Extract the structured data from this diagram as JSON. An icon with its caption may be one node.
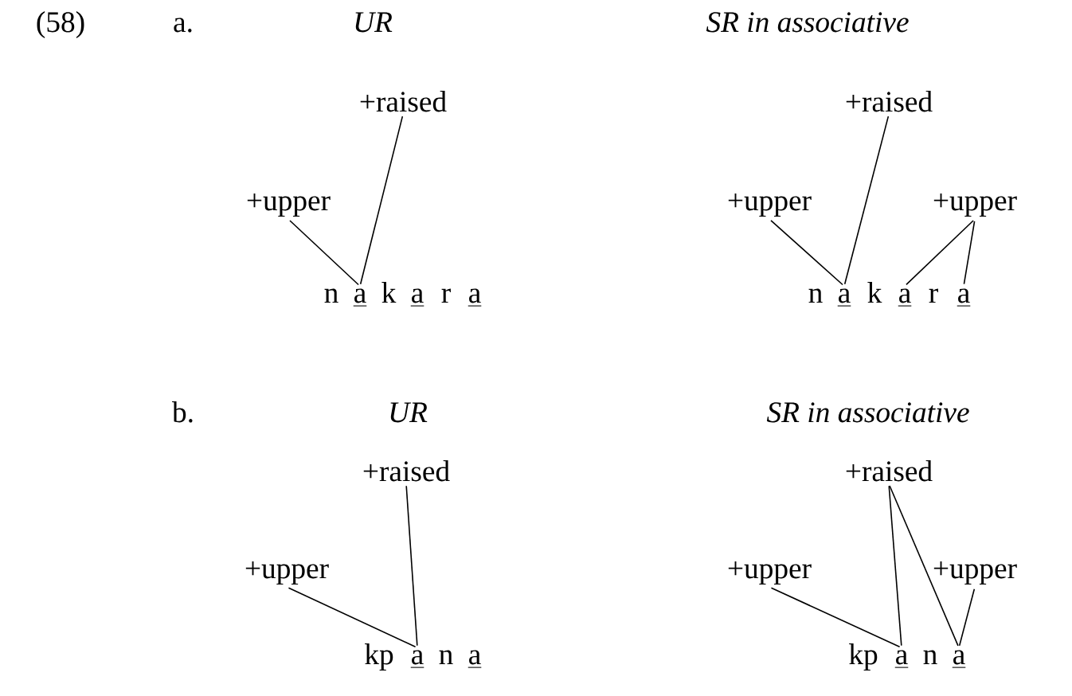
{
  "diagram": {
    "nodes": [
      {
        "text": [
          "+raised"
        ]
      },
      {
        "text": [
          "+upper"
        ]
      },
      {
        "text": [
          "a"
        ]
      },
      {
        "text": [
          "a"
        ]
      },
      {
        "text": [
          "a"
        ]
      },
      {
        "text": [
          "+raised"
        ]
      },
      {
        "text": [
          "+upper"
        ]
      },
      {
        "text": [
          "+upper"
        ]
      },
      {
        "text": [
          "a"
        ]
      },
      {
        "text": [
          "a"
        ]
      },
      {
        "text": [
          "a"
        ]
      },
      {
        "text": [
          "+raised"
        ]
      },
      {
        "text": [
          "+upper"
        ]
      },
      {
        "text": [
          "a"
        ]
      },
      {
        "text": [
          "a"
        ]
      },
      {
        "text": [
          "+raised"
        ]
      },
      {
        "text": [
          "+upper"
        ]
      },
      {
        "text": [
          "+upper"
        ]
      },
      {
        "text": [
          "a"
        ]
      },
      {
        "text": [
          "a"
        ]
      }
    ],
    "edges": [
      {
        "from": 1,
        "to": 2,
        "arrow": "none"
      },
      {
        "from": 0,
        "to": 2,
        "arrow": "none"
      },
      {
        "from": 6,
        "to": 8,
        "arrow": "none"
      },
      {
        "from": 5,
        "to": 8,
        "arrow": "none"
      },
      {
        "from": 7,
        "to": 9,
        "arrow": "none"
      },
      {
        "from": 7,
        "to": 10,
        "arrow": "none"
      },
      {
        "from": 12,
        "to": 13,
        "arrow": "none"
      },
      {
        "from": 11,
        "to": 13,
        "arrow": "none"
      },
      {
        "from": 16,
        "to": 18,
        "arrow": "none"
      },
      {
        "from": 15,
        "to": 18,
        "arrow": "none"
      },
      {
        "from": 15,
        "to": 19,
        "arrow": "none"
      },
      {
        "from": 17,
        "to": 19,
        "arrow": "none"
      }
    ],
    "labels": [
      "(58)",
      "a.",
      "UR",
      "SR in associative",
      "n",
      "k",
      "r",
      "n",
      "k",
      "r",
      "b.",
      "UR",
      "SR in associative",
      "kp",
      "n",
      "kp",
      "n"
    ]
  }
}
